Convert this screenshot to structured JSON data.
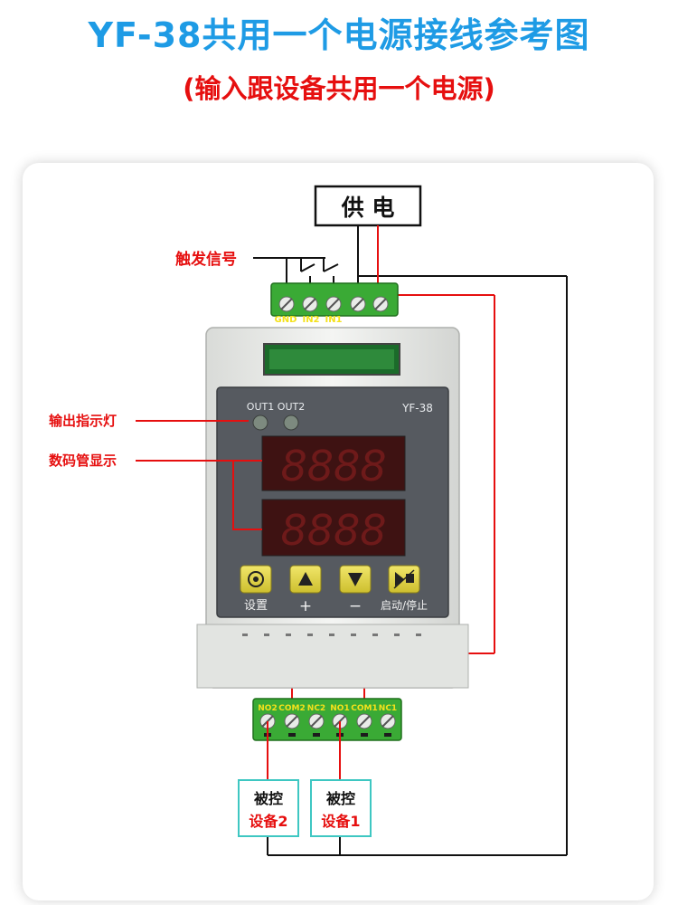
{
  "header": {
    "title": "YF-38共用一个电源接线参考图",
    "subtitle": "(输入跟设备共用一个电源)"
  },
  "diagram": {
    "power_label": "供 电",
    "trigger_label": "触发信号",
    "indicator_label": "输出指示灯",
    "display_label": "数码管显示",
    "input_terminals": [
      "GND",
      "IN2",
      "IN1"
    ],
    "output_terminals": [
      "NO2",
      "COM2",
      "NC2",
      "NO1",
      "COM1",
      "NC1"
    ],
    "device": {
      "model": "YF-38",
      "led1": "OUT1",
      "led2": "OUT2",
      "display_top": "8888",
      "display_bottom": "8888"
    },
    "buttons": [
      {
        "label": "设置",
        "icon": "gear-icon"
      },
      {
        "label": "+",
        "icon": "up-arrow-icon"
      },
      {
        "label": "−",
        "icon": "down-arrow-icon"
      },
      {
        "label": "启动/停止",
        "icon": "start-stop-icon"
      }
    ],
    "loads": [
      {
        "line1": "被控",
        "line2": "设备2"
      },
      {
        "line1": "被控",
        "line2": "设备1"
      }
    ]
  },
  "colors": {
    "title": "#1e9be5",
    "accent_red": "#e60f0f",
    "terminal_green": "#3aaa35",
    "button_yellow": "#e6d94a",
    "display_red": "#7a1010",
    "load_box_border": "#3ec7c2"
  }
}
